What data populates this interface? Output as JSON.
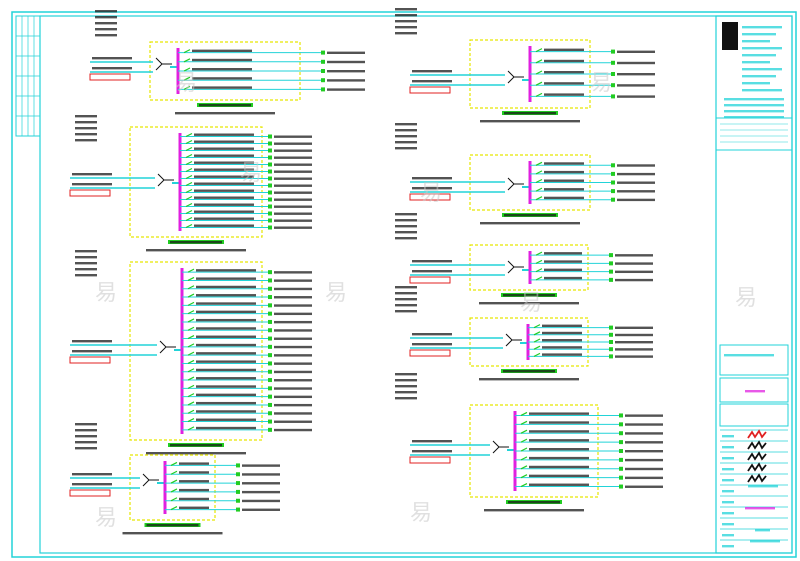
{
  "drawing": {
    "watermark_char": "易",
    "colors": {
      "frame": "#22d3d8",
      "panel_box": "#e6e600",
      "bus": "#e020e0",
      "feeder": "#22d3d8",
      "breaker_green": "#22cc22",
      "incoming_red": "#e02020",
      "text": "#1a1a1a"
    },
    "panels": [
      {
        "id": "panel-1",
        "circuits": 5
      },
      {
        "id": "panel-2",
        "circuits": 14
      },
      {
        "id": "panel-3",
        "circuits": 20
      },
      {
        "id": "panel-4",
        "circuits": 6
      },
      {
        "id": "panel-5",
        "circuits": 5
      },
      {
        "id": "panel-6",
        "circuits": 5
      },
      {
        "id": "panel-7",
        "circuits": 4
      },
      {
        "id": "panel-8",
        "circuits": 5
      },
      {
        "id": "panel-9",
        "circuits": 9
      }
    ]
  }
}
